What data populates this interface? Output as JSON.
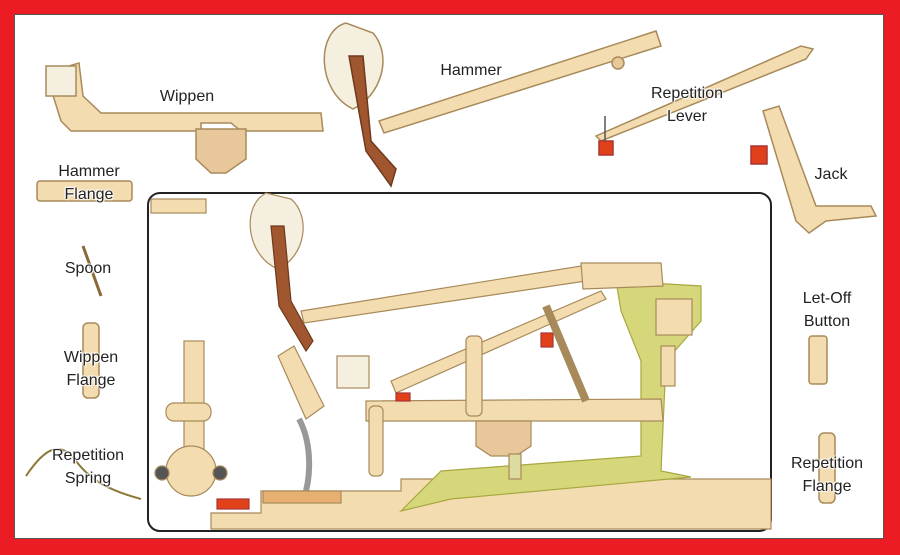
{
  "labels": {
    "wippen": "Wippen",
    "hammer": "Hammer",
    "repetition_lever": [
      "Repetition",
      "Lever"
    ],
    "jack": "Jack",
    "hammer_flange": [
      "Hammer",
      "Flange"
    ],
    "spoon": "Spoon",
    "wippen_flange": [
      "Wippen",
      "Flange"
    ],
    "repetition_spring": [
      "Repetition",
      "Spring"
    ],
    "let_off_button": [
      "Let-Off",
      "Button"
    ],
    "repetition_flange": [
      "Repetition",
      "Flange"
    ]
  },
  "colors": {
    "frame": "#ec1c24",
    "wood": "#f3dcb0",
    "wood_edge": "#b89a68",
    "felt": "#f5efe0",
    "red_felt": "#e0401a",
    "brown": "#a0562e",
    "green": "#d6d67a"
  }
}
